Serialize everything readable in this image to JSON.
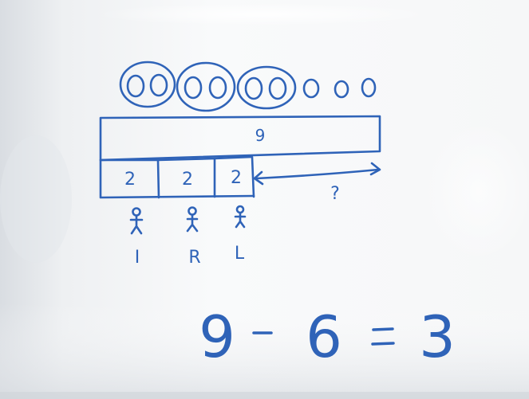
{
  "whiteboard": {
    "ink_color": "#2f63b8",
    "total_label": "9",
    "parts": [
      {
        "value": "2",
        "person_label": "I"
      },
      {
        "value": "2",
        "person_label": "R"
      },
      {
        "value": "2",
        "person_label": "L"
      }
    ],
    "unknown_label": "?",
    "counters": {
      "total": 9,
      "grouped_pairs": 3
    },
    "equation": "9 - 6 = 3"
  }
}
